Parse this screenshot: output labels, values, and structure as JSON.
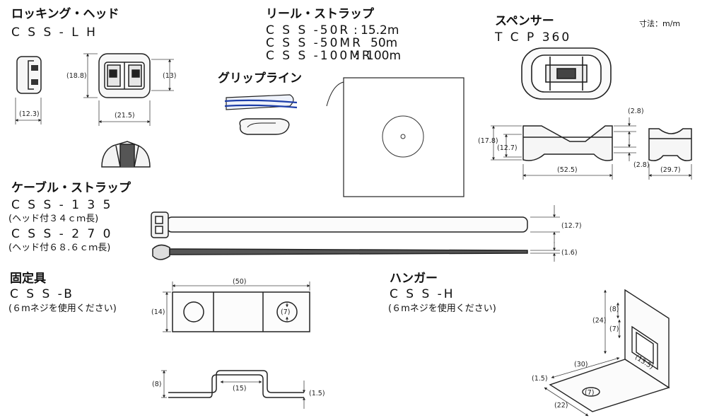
{
  "units": "寸法：m/m",
  "locking_head": {
    "title": "ロッキング・ヘッド",
    "code": "C S S - L H",
    "dims": {
      "height": "(18.8)",
      "width": "(21.5)",
      "side": "(12.3)",
      "inner": "(13)"
    }
  },
  "reel_strap": {
    "title": "リール・ストラップ",
    "rows": [
      {
        "code": "C S S -50R",
        "sep": ":",
        "len": "15.2m"
      },
      {
        "code": "C S S -50MR",
        "sep": ":",
        "len": "50m"
      },
      {
        "code": "C S S -100MR",
        "sep": ":",
        "len": "100m"
      }
    ]
  },
  "grip_line": {
    "title": "グリップライン"
  },
  "spacer": {
    "title": "スペンサー",
    "code": "T C P 360",
    "dims": {
      "top_gap": "(2.8)",
      "total_h": "(17.8)",
      "mid_h": "(12.7)",
      "bottom_gap": "(2.8)",
      "length": "(52.5)",
      "width": "(29.7)"
    }
  },
  "cable_strap": {
    "title": "ケーブル・ストラップ",
    "items": [
      {
        "code": "C S S - 1 3 5",
        "note": "(ヘッド付３４ｃｍ長)"
      },
      {
        "code": "C S S - 2 7 0",
        "note": "(ヘッド付６８.６ｃｍ長)"
      }
    ],
    "dims": {
      "width": "(12.7)",
      "thickness": "(1.6)"
    }
  },
  "fixture": {
    "title": "固定具",
    "code": "C S S -B",
    "note": "(６mネジを使用ください)",
    "dims": {
      "length": "(50)",
      "height": "(14)",
      "hole": "(7)",
      "step_h": "(8)",
      "step_w": "(15)",
      "thick": "(1.5)"
    }
  },
  "hanger": {
    "title": "ハンガー",
    "code": "C S S -H",
    "note": "(６mネジを使用ください)",
    "dims": {
      "h1": "(8)",
      "h2": "(24)",
      "h3": "(7)",
      "slot": "(13.5)",
      "w": "(30)",
      "t": "(1.5)",
      "hole": "(7)",
      "d": "(22)"
    }
  }
}
